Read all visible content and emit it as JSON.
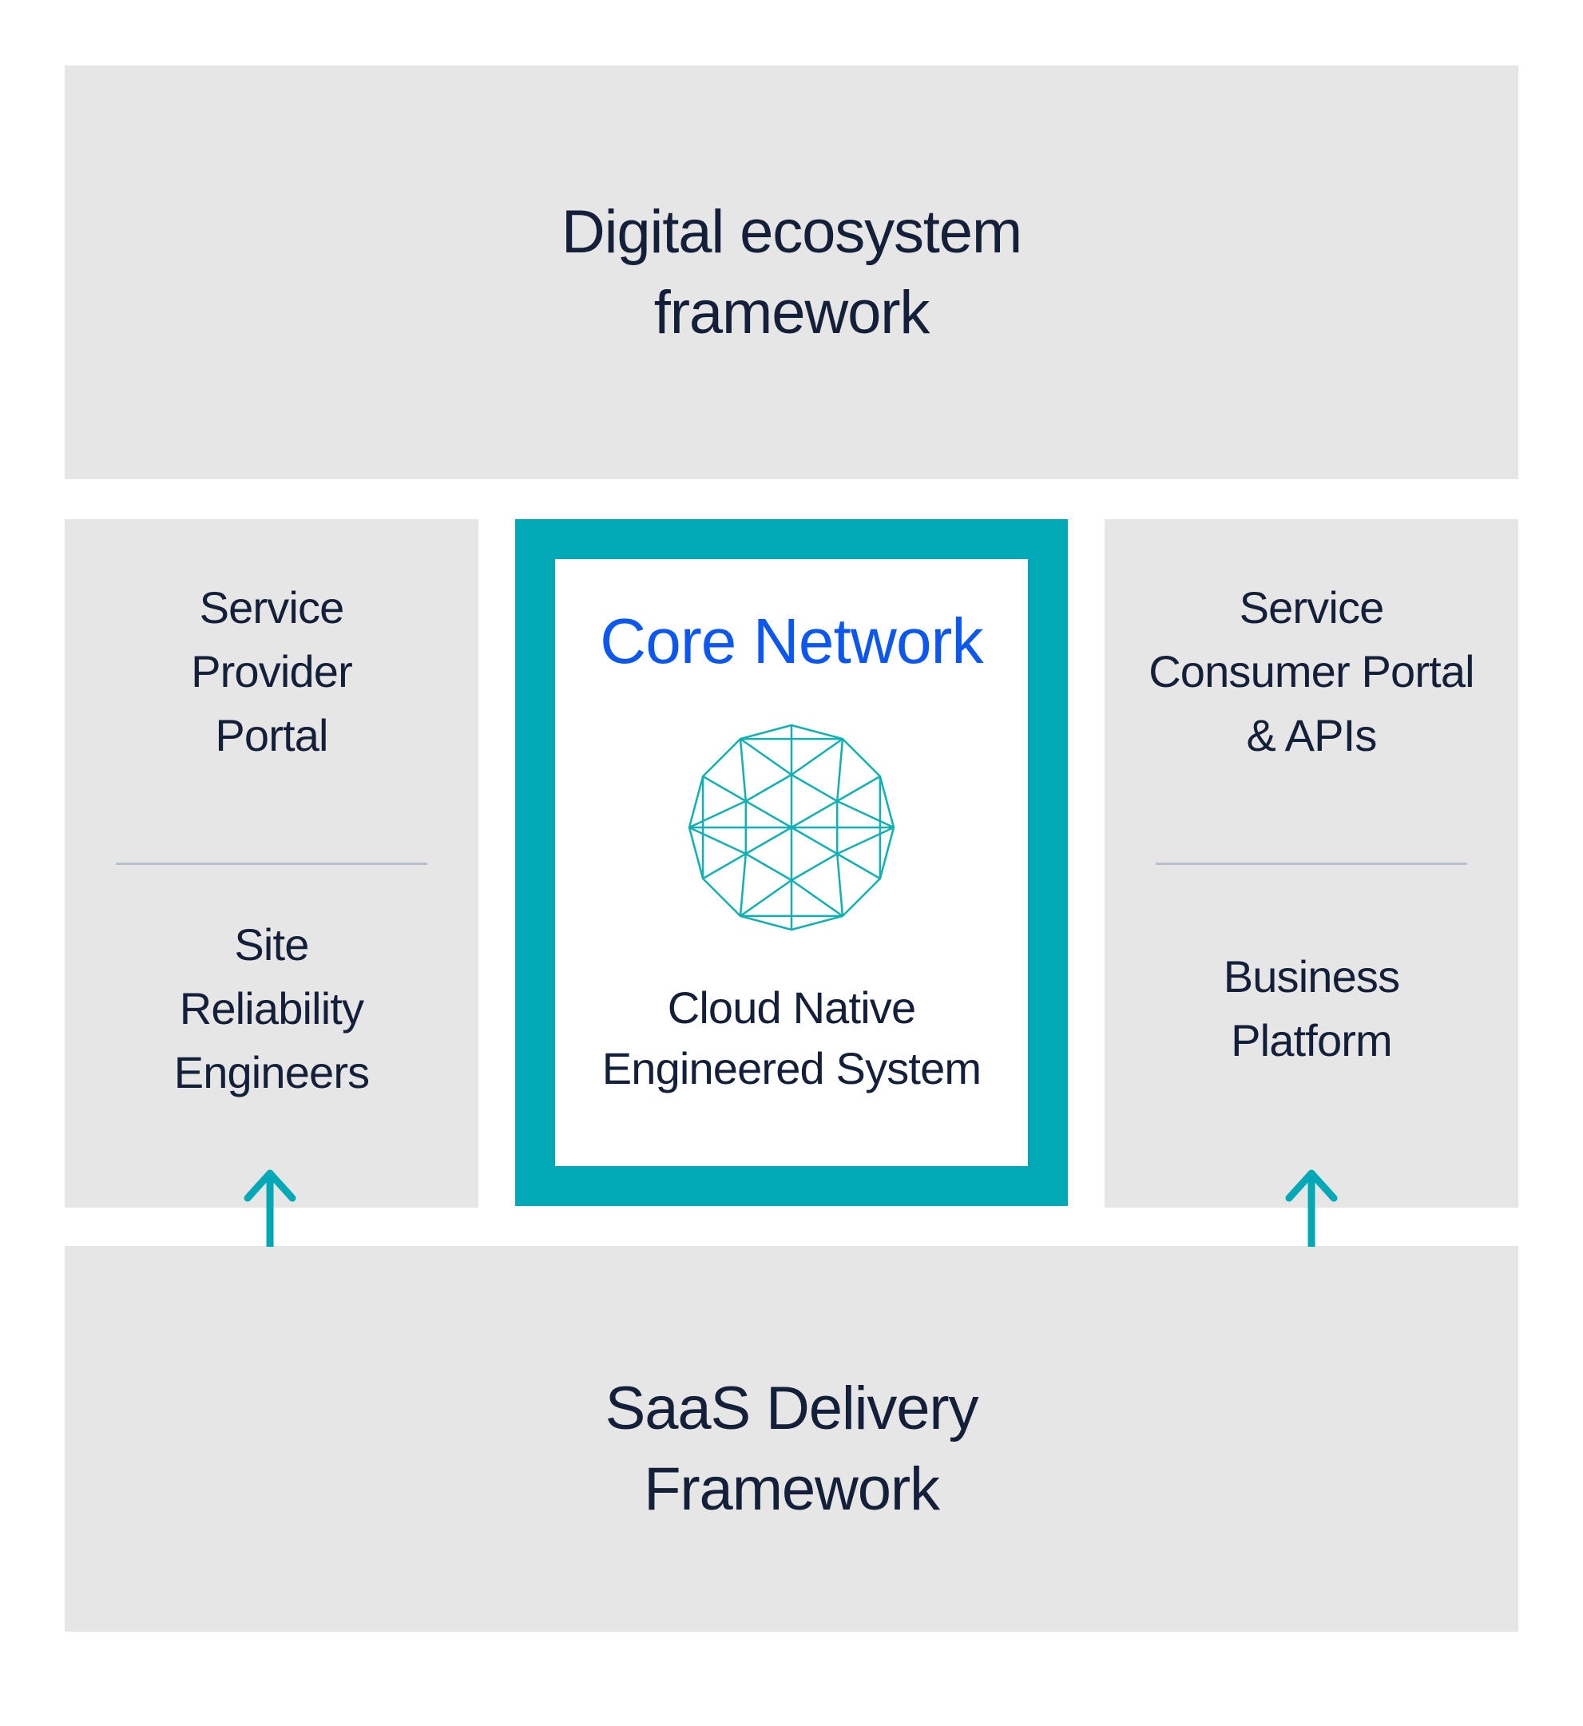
{
  "title_box": {
    "lines": [
      "Digital ecosystem",
      "framework"
    ]
  },
  "left_box": {
    "top": {
      "lines": [
        "Service",
        "Provider",
        "Portal"
      ]
    },
    "bottom": {
      "lines": [
        "Site",
        "Reliability",
        "Engineers"
      ]
    }
  },
  "core_box": {
    "title": "Core Network",
    "icon_name": "geodesic-sphere-icon",
    "subtitle_lines": [
      "Cloud Native",
      "Engineered System"
    ]
  },
  "right_box": {
    "top": {
      "lines": [
        "Service",
        "Consumer Portal",
        "& APIs"
      ]
    },
    "bottom": {
      "lines": [
        "Business",
        "Platform"
      ]
    }
  },
  "bottom_box": {
    "lines": [
      "SaaS Delivery",
      "Framework"
    ]
  },
  "arrows": {
    "left": {
      "direction": "up",
      "from": "SaaS Delivery Framework",
      "to": "Site Reliability Engineers"
    },
    "right": {
      "direction": "up",
      "from": "SaaS Delivery Framework",
      "to": "Business Platform"
    }
  },
  "colors": {
    "background": "#ffffff",
    "box_gray": "#e6e6e6",
    "text_navy": "#142039",
    "core_blue": "#0b57f0",
    "teal": "#00a9b5",
    "sphere_stroke": "#12b0b2",
    "divider": "#b6c0cb"
  }
}
